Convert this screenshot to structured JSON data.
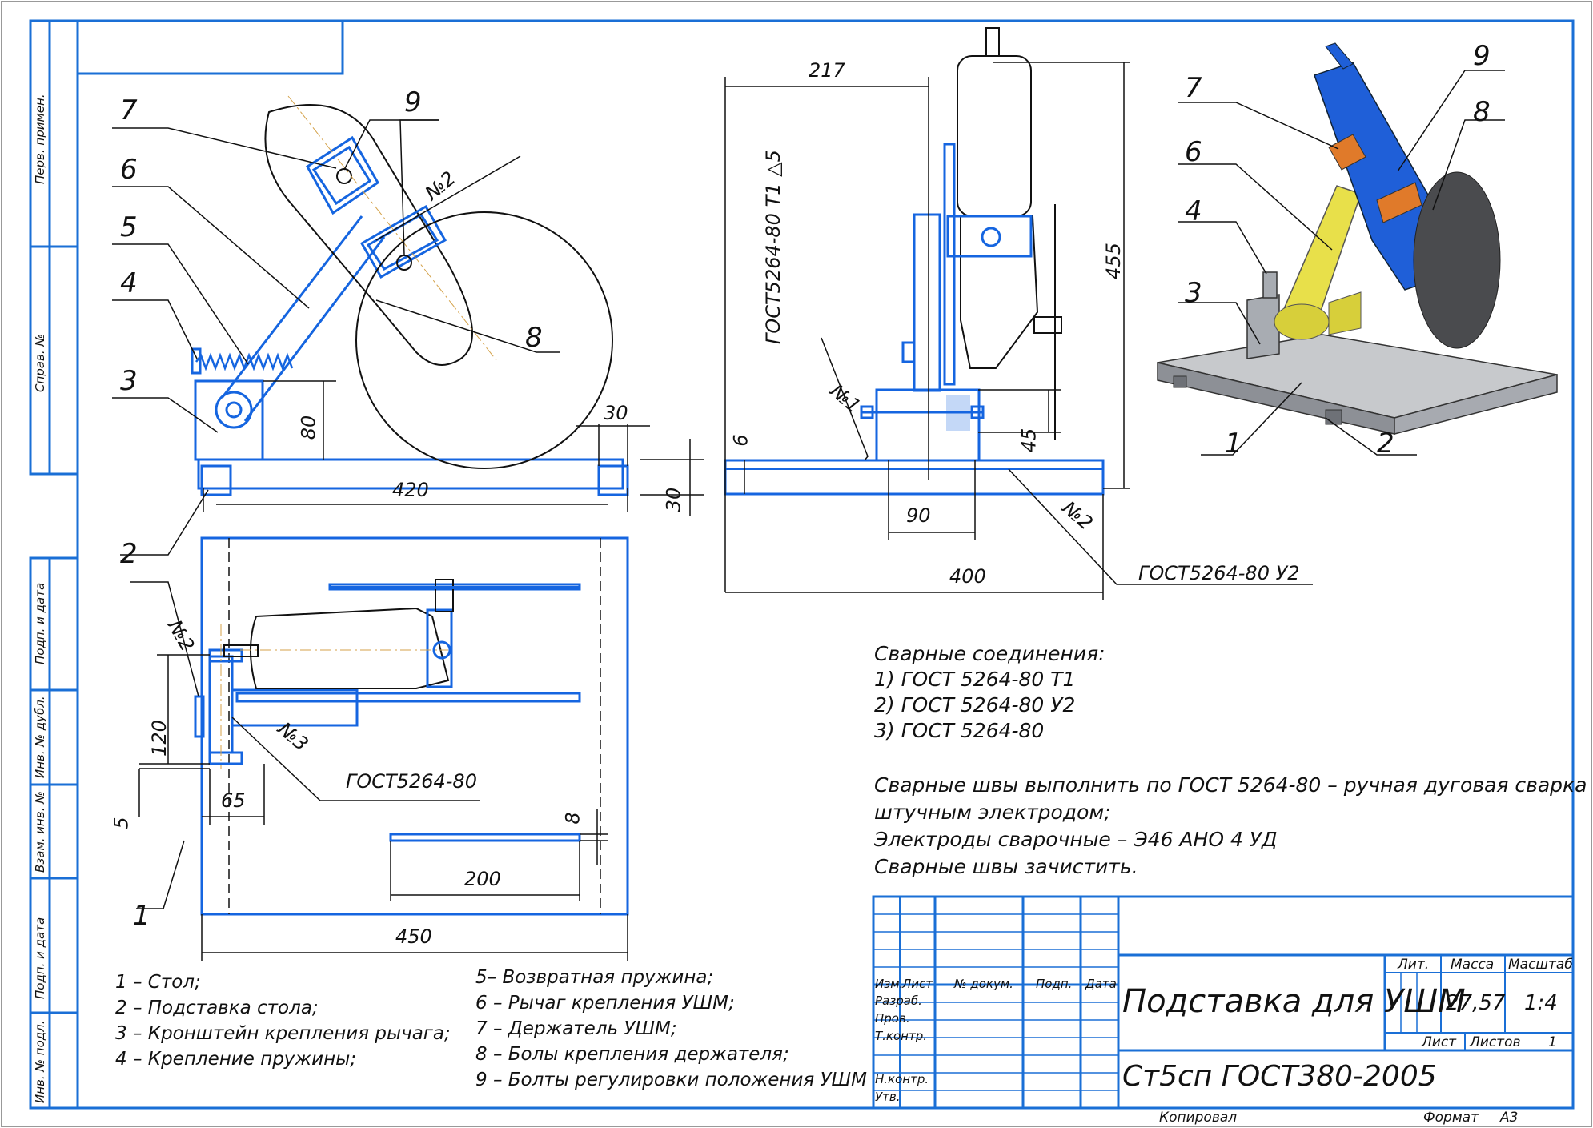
{
  "side_strip": {
    "perv_primen": "Перв. примен.",
    "sprav_no": "Справ. №",
    "podp_data_1": "Подп. и дата",
    "inv_dubl": "Инв. № дубл.",
    "vzam_inv": "Взам. инв. №",
    "podp_data_2": "Подп. и дата",
    "inv_podl": "Инв. № подл."
  },
  "front_view": {
    "callouts": [
      "7",
      "6",
      "5",
      "4",
      "3",
      "2",
      "9",
      "8"
    ],
    "weld_mark": "№2",
    "dims": {
      "height": "80",
      "width": "420",
      "tube_w": "30",
      "tube_h": "30"
    }
  },
  "side_view": {
    "dims": {
      "offset": "217",
      "height": "455",
      "tube": "6",
      "bracket_h": "45",
      "bracket_w": "90",
      "total": "400"
    },
    "weld_1": "№1",
    "weld_2": "№2",
    "gost_vertical": "ГОСТ5264-80 Т1 △5",
    "gost_u2": "ГОСТ5264-80 У2"
  },
  "top_view": {
    "weld_2": "№2",
    "weld_3": "№3",
    "gost": "ГОСТ5264-80",
    "dims": {
      "h120": "120",
      "h5": "5",
      "w65": "65",
      "h8": "8",
      "w200": "200",
      "w450": "450"
    },
    "callout_1": "1"
  },
  "iso_view": {
    "callouts": [
      "7",
      "9",
      "8",
      "6",
      "4",
      "3",
      "1",
      "2"
    ]
  },
  "notes": {
    "welds_title": "Сварные соединения:",
    "weld_lines": [
      "1) ГОСТ 5264-80   Т1",
      "2) ГОСТ 5264-80   У2",
      "3) ГОСТ 5264-80"
    ],
    "text_lines": [
      "Сварные швы выполнить по ГОСТ 5264-80 – ручная дуговая сварка",
      "штучным электродом;",
      "Электроды сварочные –  Э46 АНО 4 УД",
      "Сварные швы зачистить."
    ]
  },
  "legend": {
    "left": [
      "1 – Стол;",
      "2 – Подставка стола;",
      "3 – Кронштейн крепления рычага;",
      "4 – Крепление пружины;"
    ],
    "right": [
      "5– Возвратная пружина;",
      "6 – Рычаг крепления УШМ;",
      "7 – Держатель УШМ;",
      "8 – Болы крепления держателя;",
      "9 – Болты регулировки положения УШМ"
    ]
  },
  "title_block": {
    "headers": {
      "izm": "Изм.",
      "list": "Лист",
      "doc": "№ докум.",
      "podp": "Подп.",
      "data": "Дата"
    },
    "rows": [
      "Разраб.",
      "Пров.",
      "Т.контр.",
      "Н.контр.",
      "Утв."
    ],
    "title": "Подставка для УШМ",
    "material": "Ст5сп ГОСТ380-2005",
    "lit_label": "Лит.",
    "mass_label": "Масса",
    "scale_label": "Масштаб",
    "mass": "27,57",
    "scale": "1:4",
    "sheet_label": "Лист",
    "sheets_label": "Листов",
    "sheets_value": "1",
    "copied": "Копировал",
    "format_label": "Формат",
    "format_value": "А3"
  },
  "colors": {
    "frame": "#1a6fd6",
    "part": "#1565e0",
    "line": "#111111",
    "iso_blue": "#1f5fd8",
    "iso_yellow": "#e8e04a",
    "iso_orange": "#e07a2a",
    "iso_gray": "#9a9ea4"
  }
}
